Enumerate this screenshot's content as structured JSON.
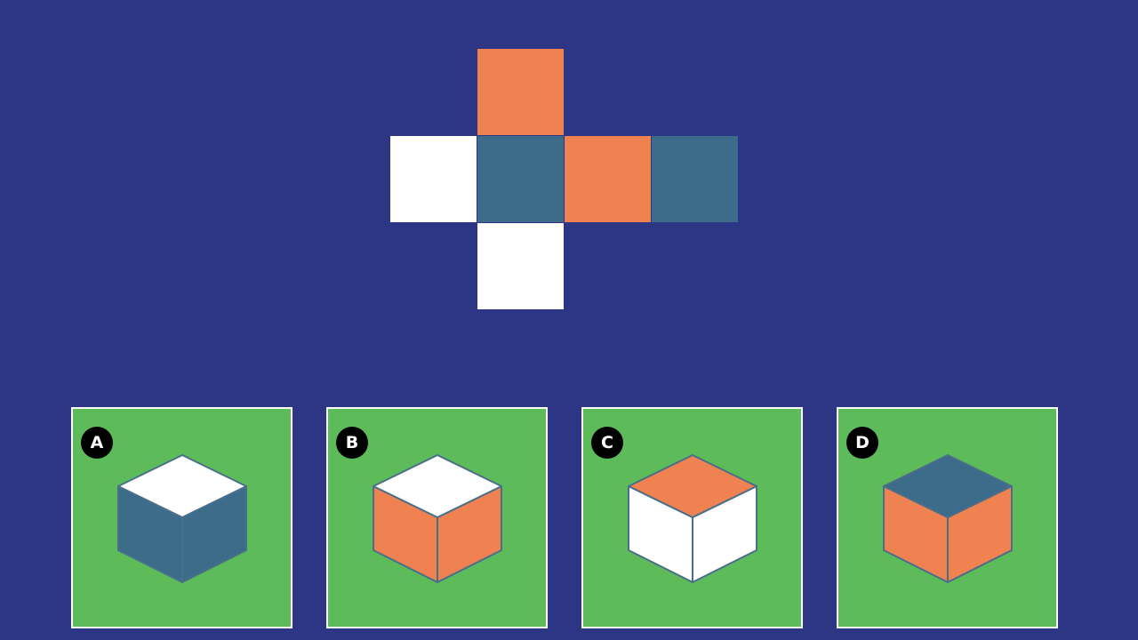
{
  "colors": {
    "background": "#2d3684",
    "option_background": "#5dbb5a",
    "white": "#ffffff",
    "orange": "#ef8250",
    "teal": "#3d6b8a",
    "cube_edge": "#4a6f8a"
  },
  "net": {
    "faces": [
      {
        "name": "net-face-top",
        "color": "orange",
        "row": 0,
        "col": 1
      },
      {
        "name": "net-face-left",
        "color": "white",
        "row": 1,
        "col": 0
      },
      {
        "name": "net-face-center",
        "color": "teal",
        "row": 1,
        "col": 1
      },
      {
        "name": "net-face-right",
        "color": "orange",
        "row": 1,
        "col": 2
      },
      {
        "name": "net-face-far-right",
        "color": "teal",
        "row": 1,
        "col": 3
      },
      {
        "name": "net-face-bottom",
        "color": "white",
        "row": 2,
        "col": 1
      }
    ]
  },
  "options": [
    {
      "label": "A",
      "top": "white",
      "left": "teal",
      "right": "teal"
    },
    {
      "label": "B",
      "top": "white",
      "left": "orange",
      "right": "orange"
    },
    {
      "label": "C",
      "top": "orange",
      "left": "white",
      "right": "white"
    },
    {
      "label": "D",
      "top": "teal",
      "left": "orange",
      "right": "orange"
    }
  ]
}
